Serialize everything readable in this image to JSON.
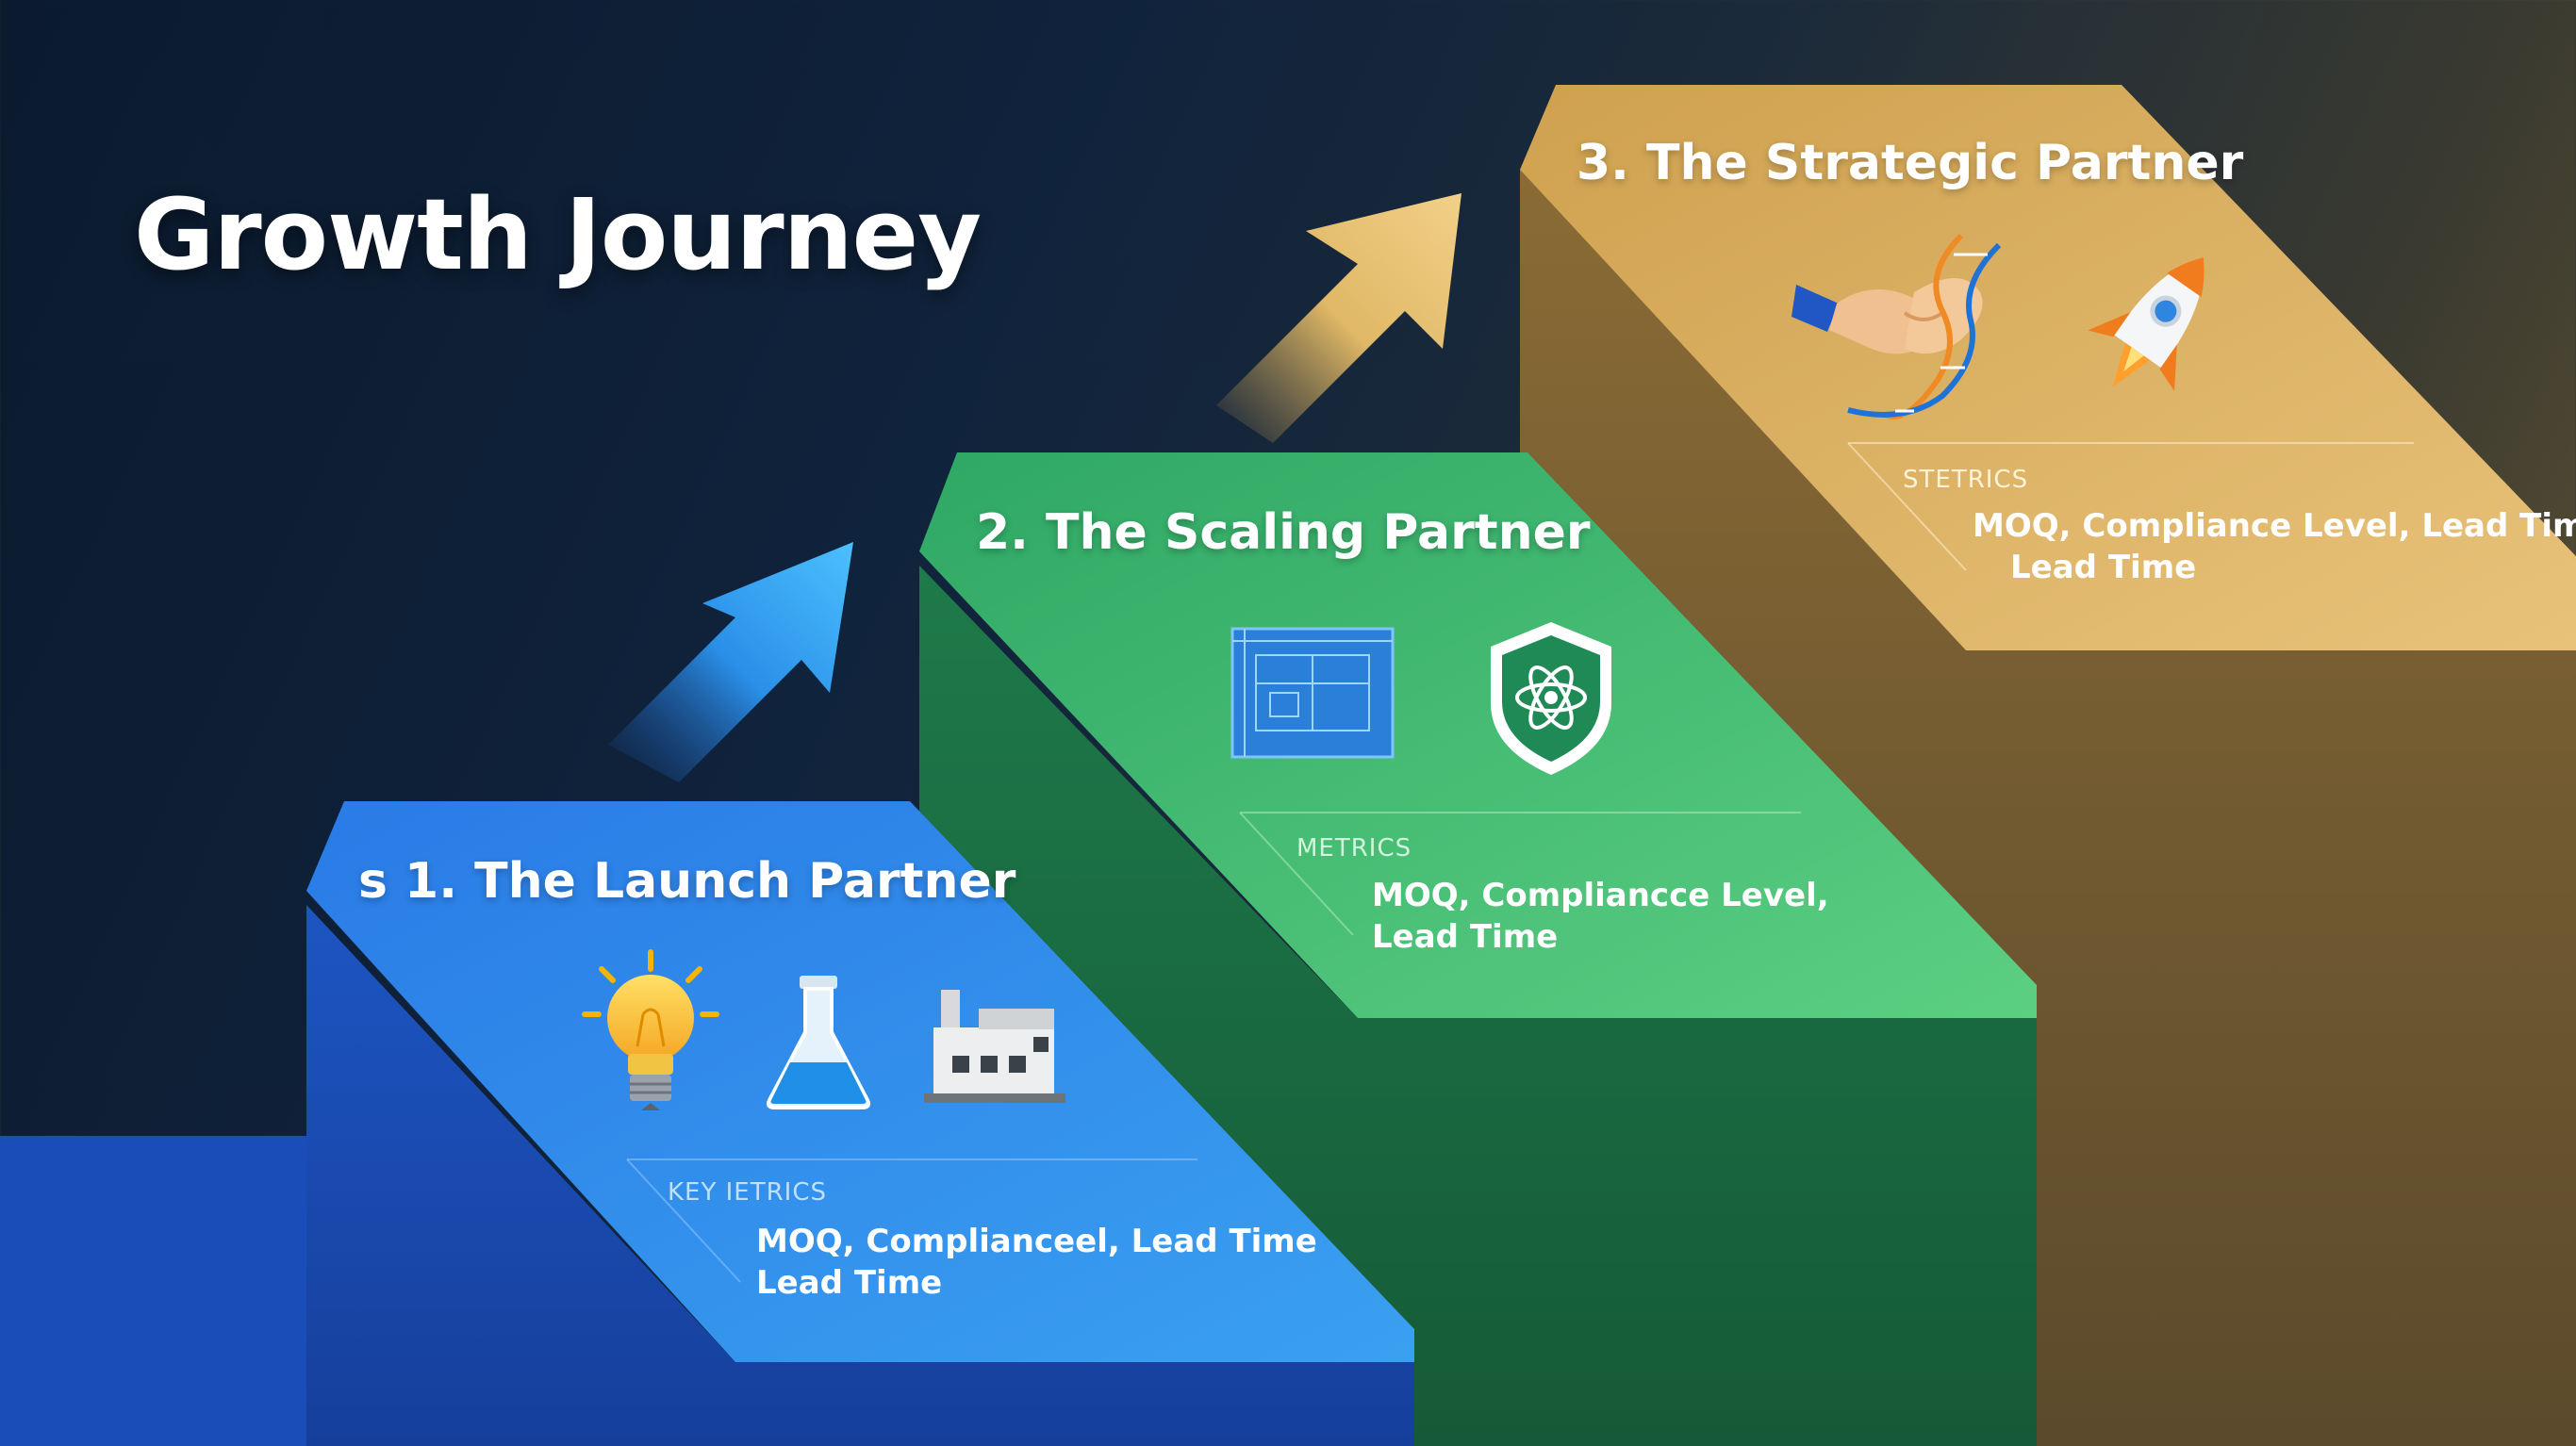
{
  "title": "Growth Journey",
  "steps": [
    {
      "title": "ѕ 1. The Launch Partner",
      "icons": [
        "lightbulb-icon",
        "flask-icon",
        "factory-icon"
      ],
      "metrics_label": "KEY IETRICS",
      "metrics_line1": "MOQ, Complianceel, Lead Time",
      "metrics_line2": "Lead Time",
      "color": "#2f7fe6"
    },
    {
      "title": "2. The Scaling Partner",
      "icons": [
        "blueprint-icon",
        "shield-atom-icon"
      ],
      "metrics_label": "METRICS",
      "metrics_line1": "MOQ, Compliancce Level,",
      "metrics_line2": "Lead Time",
      "color": "#3bb56c"
    },
    {
      "title": "3. The Strategic Partner",
      "icons": [
        "handshake-dna-icon",
        "rocket-icon"
      ],
      "metrics_label": "STETRICS",
      "metrics_line1": "MOQ, Compliance Level, Lead Time",
      "metrics_line2": "Lead Time",
      "color": "#d8ad5e"
    }
  ],
  "arrows": [
    "arrow-up-right-icon",
    "arrow-up-right-icon"
  ]
}
